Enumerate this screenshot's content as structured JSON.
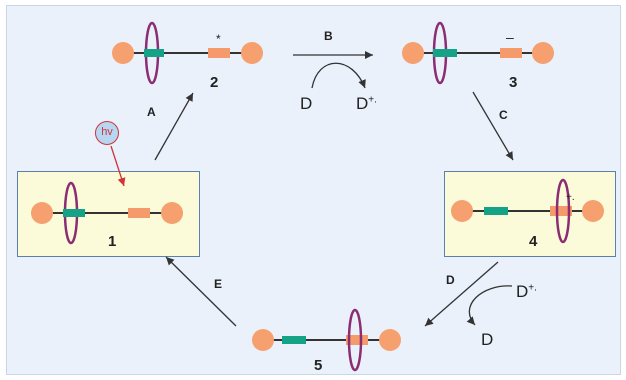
{
  "states": [
    {
      "id": "1",
      "label": "1",
      "boxed": true
    },
    {
      "id": "2",
      "label": "2",
      "station_mark": "*"
    },
    {
      "id": "3",
      "label": "3",
      "station_mark": "–"
    },
    {
      "id": "4",
      "label": "4",
      "station_mark": "+."
    },
    {
      "id": "5",
      "label": "5"
    }
  ],
  "steps": [
    "A",
    "B",
    "C",
    "D",
    "E"
  ],
  "excitation_label": "hv",
  "donor_label": "D",
  "donor_cation_label": "D",
  "donor_cation_charge": "+.",
  "colors": {
    "panel_background": "#eaf1fa",
    "box_fill": "#fbfbd9",
    "box_border": "#5b7fae",
    "stopper": "#f5a06e",
    "station_green": "#14a387",
    "station_orange": "#f59a6a",
    "macrocycle": "#8b2d73",
    "axle": "#333333",
    "arrow": "#333333",
    "photon_arrow": "#d1333a"
  }
}
